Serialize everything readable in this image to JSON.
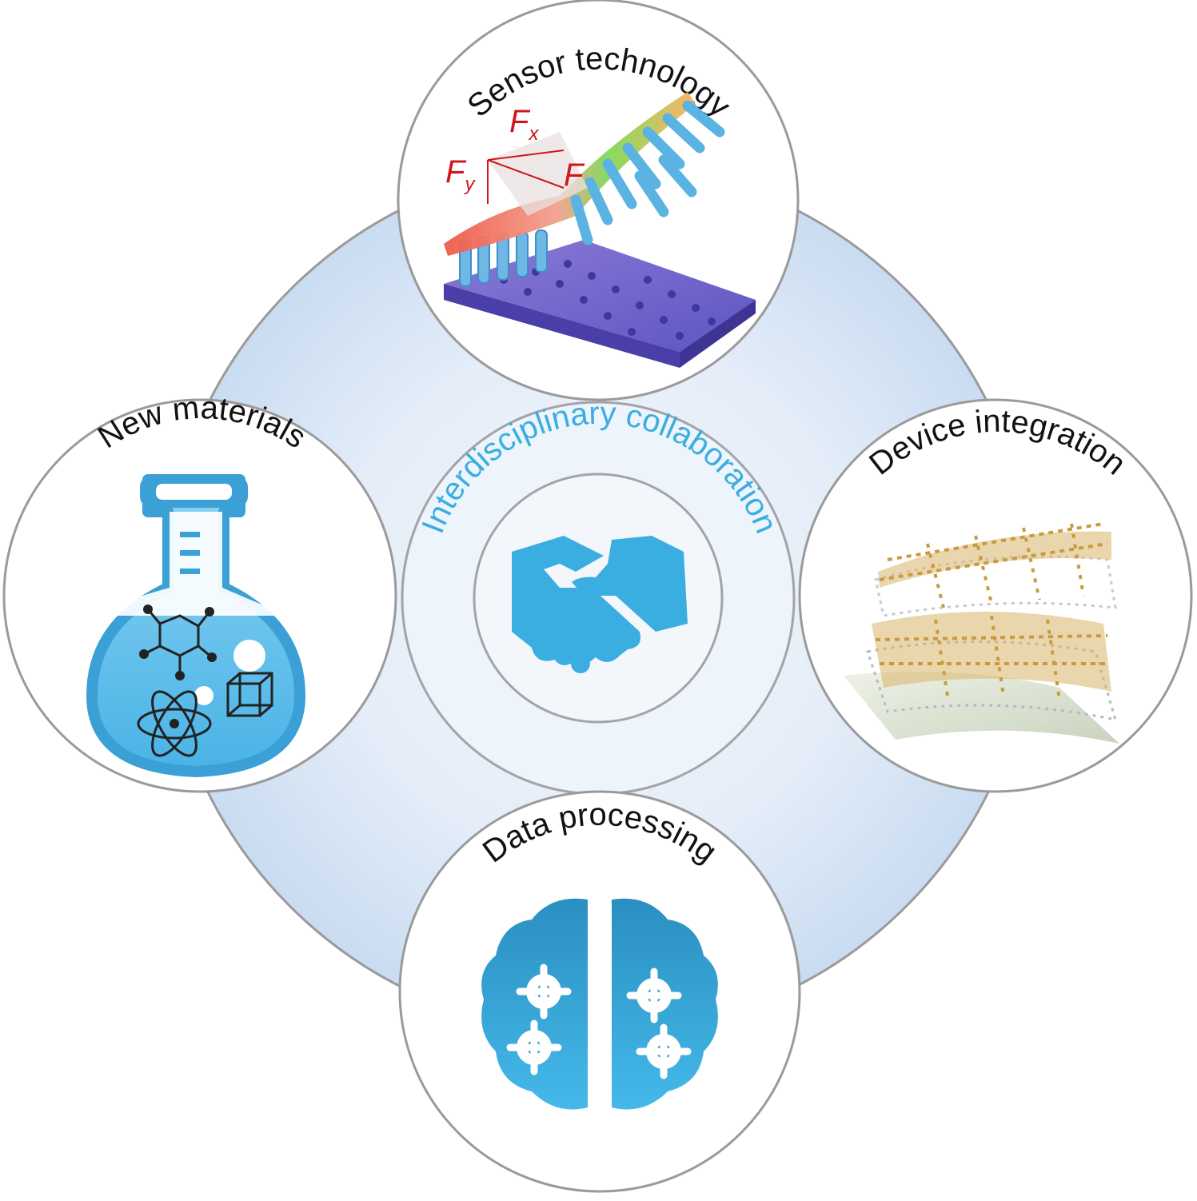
{
  "center": {
    "label": "Interdisciplinary collaboration",
    "icon": "handshake-icon",
    "label_color": "#3aaee0"
  },
  "nodes": {
    "top": {
      "label": "Sensor technology",
      "icon": "tactile-sensor-illustration"
    },
    "left": {
      "label": "New materials",
      "icon": "flask-icon"
    },
    "right": {
      "label": "Device integration",
      "icon": "layered-circuit-illustration"
    },
    "bottom": {
      "label": "Data processing",
      "icon": "brain-gears-icon"
    }
  },
  "annotations": {
    "force_x": "F",
    "force_x_sub": "x",
    "force_y": "F",
    "force_y_sub": "y",
    "force": "F"
  },
  "colors": {
    "accent_blue": "#3aaee0",
    "ring_fill": "#d7e5f5",
    "circle_border": "#9a9a9a",
    "force_red": "#d0151b"
  }
}
